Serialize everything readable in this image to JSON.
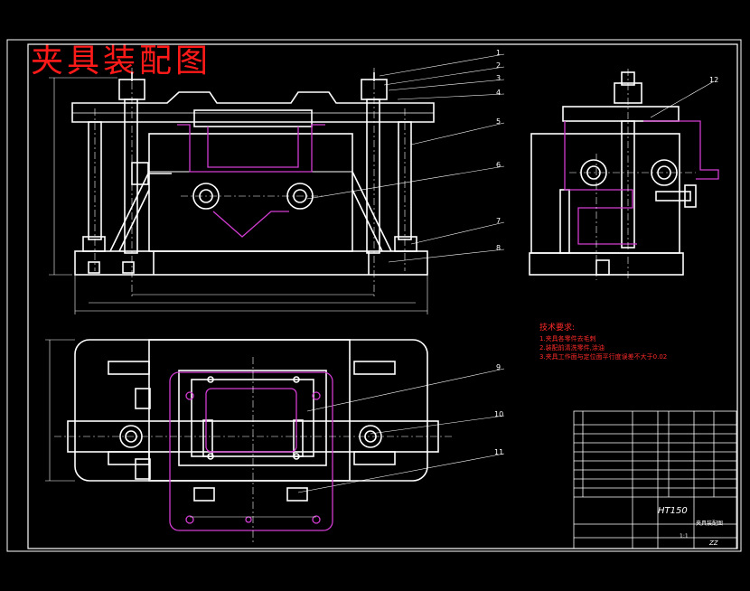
{
  "drawing": {
    "title": "夹具装配图",
    "material": "HT150",
    "scale_label": "1:1",
    "sheet_code": "ZZ",
    "colors": {
      "background": "#000000",
      "line": "#ffffff",
      "magenta": "#d23cd2",
      "red_title": "#ff1a1a",
      "green_center": "#ffffff"
    }
  },
  "part_labels": [
    "1",
    "2",
    "3",
    "4",
    "5",
    "6",
    "7",
    "8",
    "9",
    "10",
    "11",
    "12"
  ],
  "tech_notes": {
    "heading": "技术要求:",
    "items": [
      "1.夹具各零件去毛刺",
      "2.装配前清洗零件,涂油",
      "3.夹具工作面与定位面平行度误差不大于0.02"
    ]
  },
  "title_block": {
    "material_cell": "HT150",
    "name_cell": "夹具装配图",
    "scale": "1:1",
    "code": "ZZ"
  }
}
